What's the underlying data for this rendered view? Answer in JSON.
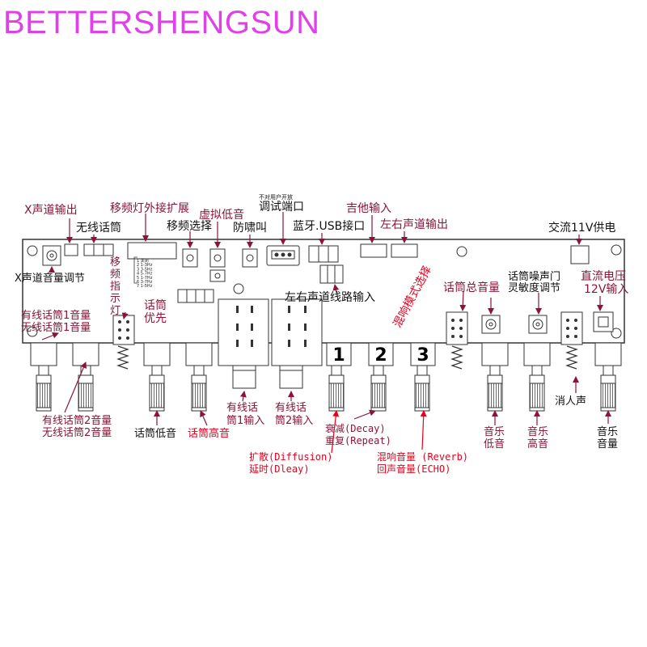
{
  "brand": {
    "text": "BETTERSHENGSUN",
    "color": "#e040e8"
  },
  "colors": {
    "maroon": "#8a1538",
    "black": "#111111",
    "red": "#e8001c",
    "board_line": "#333333"
  },
  "labels": {
    "x_out": "X声道输出",
    "wireless_mic": "无线话筒",
    "shift_light_ext": "移频灯外接扩展",
    "shift_select": "移频选择",
    "virtual_bass": "虚拟低音",
    "anti_howl": "防啸叫",
    "not_open": "不对用户开放",
    "debug_port": "调试端口",
    "bt_usb": "蓝牙.USB接口",
    "guitar_in": "吉他输入",
    "lr_out": "左右声道输出",
    "ac_power": "交流11V供电",
    "x_vol": "X声道音量调节",
    "shift_ind_1": "移",
    "shift_ind_2": "频",
    "shift_ind_3": "指",
    "shift_ind_4": "示",
    "shift_ind_5": "灯",
    "mic_priority_1": "话筒",
    "mic_priority_2": "优先",
    "lr_line_in": "左右声道线路输入",
    "reverb_mode": "混响模式选择",
    "mic_total_vol": "话筒总音量",
    "mic_gate_1": "话筒噪声门",
    "mic_gate_2": "灵敏度调节",
    "dc_power_1": "直流电压",
    "dc_power_2": "12V输入",
    "mic1_vol_1": "有线话筒1音量",
    "mic1_vol_2": "无线话筒1音量",
    "mic2_vol_1": "有线话筒2音量",
    "mic2_vol_2": "无线话筒2音量",
    "mic_low": "话筒低音",
    "mic_high": "话筒高音",
    "mic1_in_1": "有线话",
    "mic1_in_2": "筒1输入",
    "mic2_in_1": "有线话",
    "mic2_in_2": "筒2输入",
    "decay_1": "衰减(Decay)",
    "decay_2": "重复(Repeat)",
    "diffusion_1": "扩散(Diffusion)",
    "diffusion_2": "延时(Dleay)",
    "reverb_vol_1": "混响音量 (Reverb)",
    "reverb_vol_2": "回声音量(ECHO)",
    "music_low_1": "音乐",
    "music_low_2": "低音",
    "music_high_1": "音乐",
    "music_high_2": "高音",
    "vocal_cut": "消人声",
    "music_vol_1": "音乐",
    "music_vol_2": "音量"
  },
  "indicator_legend": [
    "1 关闭",
    "2 1-3Hz",
    "3 3-5Hz",
    "4 5-7Hz",
    "5 1-7Hz",
    "6 3-7Hz",
    "7 1-5Hz"
  ],
  "knob_numbers": [
    "1",
    "2",
    "3"
  ]
}
